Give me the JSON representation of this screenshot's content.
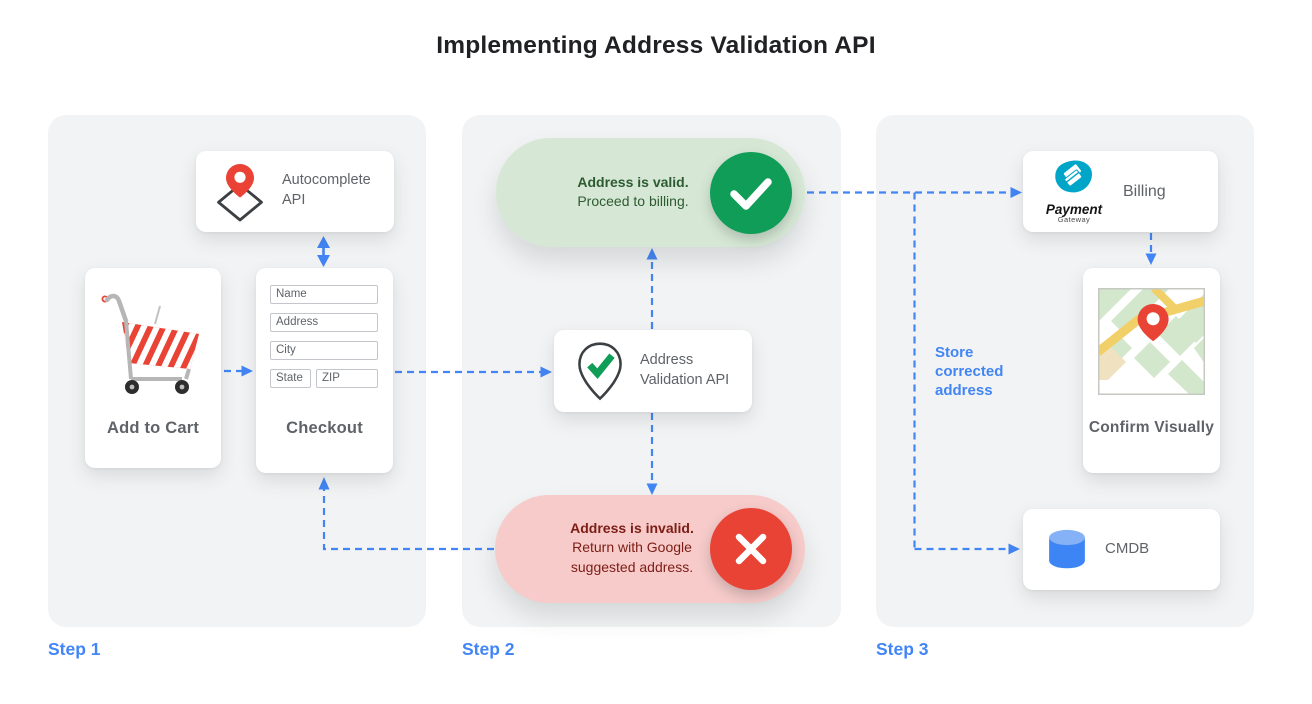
{
  "title": "Implementing Address Validation API",
  "colors": {
    "accent_blue": "#4285f4",
    "green": "#0f9d58",
    "green_pill_bg": "#d6e8d5",
    "green_text": "#2d5b31",
    "red": "#ea4335",
    "red_pill_bg": "#f6cbc9",
    "red_text": "#7c1d16",
    "panel_bg": "#f1f3f4",
    "teal_logo": "#00a5c8",
    "label_gray": "#5f6368"
  },
  "step1": {
    "label": "Step 1",
    "autocomplete_card": {
      "icon": "map-pin-diamond-icon",
      "label": "Autocomplete API"
    },
    "cart_card": {
      "icon": "shopping-cart-icon",
      "label": "Add to Cart"
    },
    "checkout_card": {
      "label": "Checkout",
      "fields": [
        {
          "placeholder": "Name"
        },
        {
          "placeholder": "Address"
        },
        {
          "placeholder": "City"
        },
        {
          "placeholder": "State"
        },
        {
          "placeholder": "ZIP"
        }
      ]
    }
  },
  "step2": {
    "label": "Step 2",
    "valid_pill": {
      "icon": "check-circle-icon",
      "title": "Address is valid.",
      "subtitle": "Proceed to billing."
    },
    "validation_card": {
      "icon": "map-pin-check-icon",
      "label": "Address Validation API"
    },
    "invalid_pill": {
      "icon": "x-circle-icon",
      "title": "Address is invalid.",
      "subtitle": "Return with Google suggested address."
    }
  },
  "step3": {
    "label": "Step 3",
    "billing_card": {
      "icon": "payment-gateway-logo",
      "logo_title": "Payment",
      "logo_subtitle": "Gateway",
      "label": "Billing"
    },
    "confirm_card": {
      "icon": "map-preview",
      "label": "Confirm Visually"
    },
    "cmdb_card": {
      "icon": "database-icon",
      "label": "CMDB"
    },
    "store_note": "Store corrected address"
  }
}
